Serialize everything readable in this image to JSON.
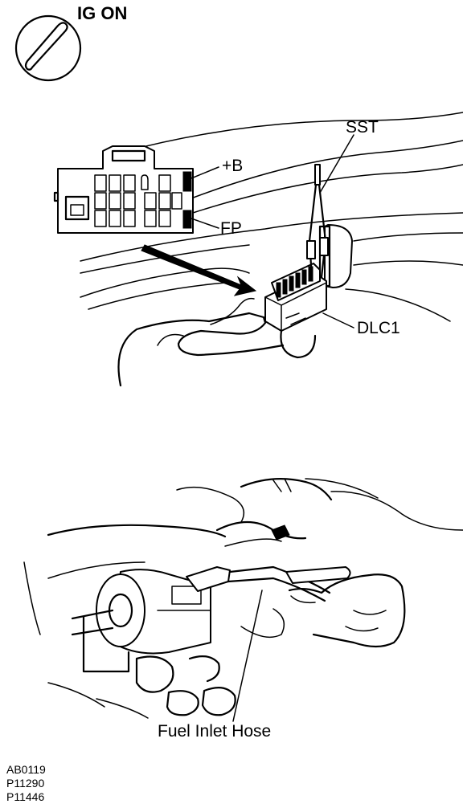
{
  "ignition": {
    "label": "IG ON"
  },
  "connector_diagram": {
    "labels": {
      "terminal_b": "+B",
      "terminal_fp": "FP",
      "tool": "SST",
      "connector": "DLC1"
    }
  },
  "fuel_hose_diagram": {
    "labels": {
      "hose": "Fuel Inlet Hose"
    }
  },
  "figure_codes": [
    "AB0119",
    "P11290",
    "P11446"
  ]
}
